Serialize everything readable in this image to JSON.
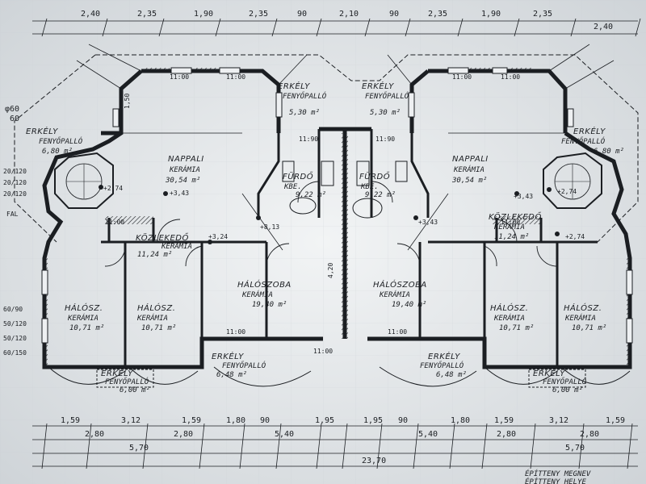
{
  "top_dims": [
    "2,40",
    "2,35",
    "1,90",
    "2,35",
    "90",
    "2,10",
    "90",
    "2,35",
    "1,90",
    "2,35",
    "2,40"
  ],
  "bottom_dims_row1": [
    "1,59",
    "3,12",
    "1,59",
    "1,80",
    "90",
    "1,95",
    "1,95",
    "90",
    "1,80",
    "1,59",
    "3,12",
    "1,59"
  ],
  "bottom_dims_row2": [
    "2,80",
    "2,80",
    "5,40",
    "5,40",
    "2,80",
    "2,80"
  ],
  "bottom_dims_row3": [
    "5,70",
    "5,70"
  ],
  "total_width": "23,70",
  "left_dims": [
    "20/120",
    "20/120",
    "20/120",
    "60/90",
    "50/120",
    "50/120",
    "60/150"
  ],
  "rooms": {
    "napp_left": {
      "name": "NAPPALI",
      "floor": "KERÁMIA",
      "area": "30,54 m²"
    },
    "napp_right": {
      "name": "NAPPALI",
      "floor": "KERÁMIA",
      "area": "30,54 m²"
    },
    "erkely_tl": {
      "name": "ERKÉLY",
      "floor": "FENYŐPALLÓ",
      "area": "6,80 m²"
    },
    "erkely_tr": {
      "name": "ERKÉLY",
      "floor": "FENYŐPALLÓ",
      "area": "6,80 m²"
    },
    "erkely_cl": {
      "name": "ERKÉLY",
      "floor": "FENYŐPALLÓ",
      "area": "5,30 m²"
    },
    "erkely_cr": {
      "name": "ERKÉLY",
      "floor": "FENYŐPALLÓ",
      "area": "5,30 m²"
    },
    "furdo_l": {
      "name": "FÜRDŐ",
      "floor": "KBE.",
      "area": "9,22 m²"
    },
    "furdo_r": {
      "name": "FÜRDŐ",
      "floor": "KBE.",
      "area": "9,22 m²"
    },
    "kozl_l": {
      "name": "KÖZLEKEDŐ",
      "floor": "KERÁMIA",
      "area": "11,24 m²"
    },
    "kozl_r": {
      "name": "KÖZLEKEDŐ",
      "floor": "KERÁMIA",
      "area": "11,24 m²"
    },
    "halo_cl": {
      "name": "HÁLÓSZOBA",
      "floor": "KERÁMIA",
      "area": "19,40 m²"
    },
    "halo_cr": {
      "name": "HÁLÓSZOBA",
      "floor": "KERÁMIA",
      "area": "19,40 m²"
    },
    "halo_1": {
      "name": "HÁLÓSZ.",
      "floor": "KERÁMIA",
      "area": "10,71 m²"
    },
    "halo_2": {
      "name": "HÁLÓSZ.",
      "floor": "KERÁMIA",
      "area": "10,71 m²"
    },
    "halo_3": {
      "name": "HÁLÓSZ.",
      "floor": "KERÁMIA",
      "area": "10,71 m²"
    },
    "halo_4": {
      "name": "HÁLÓSZ.",
      "floor": "KERÁMIA",
      "area": "10,71 m²"
    },
    "erkely_bl": {
      "name": "ERKÉLY",
      "floor": "FENYŐPALLÓ",
      "area": "6,00 m²"
    },
    "erkely_bc1": {
      "name": "ERKÉLY",
      "floor": "FENYŐPALLÓ",
      "area": "6,48 m²"
    },
    "erkely_bc2": {
      "name": "ERKÉLY",
      "floor": "FENYŐPALLÓ",
      "area": "6,48 m²"
    },
    "erkely_br": {
      "name": "ERKÉLY",
      "floor": "FENYŐPALLÓ",
      "area": "6,00 m²"
    }
  },
  "levels": {
    "l1": "+2,74",
    "l2": "+3,43",
    "l3": "+3,24",
    "l4": "+8,13",
    "l5": "+3,43",
    "l6": "+3,43",
    "l7": "+2,74",
    "l8": "+2,74"
  },
  "openings": [
    "11:00",
    "11:00",
    "11:00",
    "11:90",
    "11:90",
    "11:00",
    "11:00",
    "11:00",
    "11:00",
    "11:00",
    "11:00"
  ],
  "side_marks": {
    "phi": "φ60",
    "phi2": "60",
    "wall": "4,20",
    "rail": "1,50",
    "fal": "FAL"
  },
  "footer": {
    "line1": "ÉPÍTTENY MEGNEV",
    "line2": "ÉPÍTTENY HELYE"
  }
}
